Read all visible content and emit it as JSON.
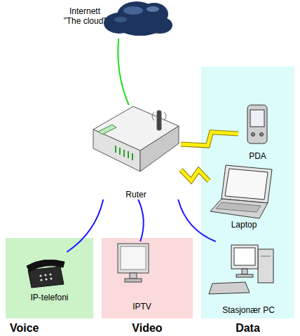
{
  "diagram": {
    "nodes": [
      {
        "text": [
          "Internett ”The cloud”"
        ]
      },
      {
        "text": [
          "Ruter"
        ]
      },
      {
        "text": [
          "Data"
        ]
      },
      {
        "text": [
          "PDA"
        ],
        "in": 2
      },
      {
        "text": [
          "Laptop"
        ],
        "in": 2
      },
      {
        "text": [
          "Stasjonær PC"
        ],
        "in": 2
      },
      {
        "text": [
          "Voice"
        ]
      },
      {
        "text": [
          "IP-telefoni"
        ],
        "in": 6
      },
      {
        "text": [
          "Video"
        ]
      },
      {
        "text": [
          "IPTV"
        ],
        "in": 8
      }
    ],
    "edges": [
      {
        "from": 0,
        "to": 1,
        "arrow": "none"
      },
      {
        "from": 1,
        "to": 3,
        "arrow": "none"
      },
      {
        "from": 1,
        "to": 4,
        "arrow": "none"
      },
      {
        "from": 1,
        "to": 7,
        "arrow": "none"
      },
      {
        "from": 1,
        "to": 9,
        "arrow": "none"
      },
      {
        "from": 1,
        "to": 5,
        "arrow": "none"
      }
    ]
  }
}
